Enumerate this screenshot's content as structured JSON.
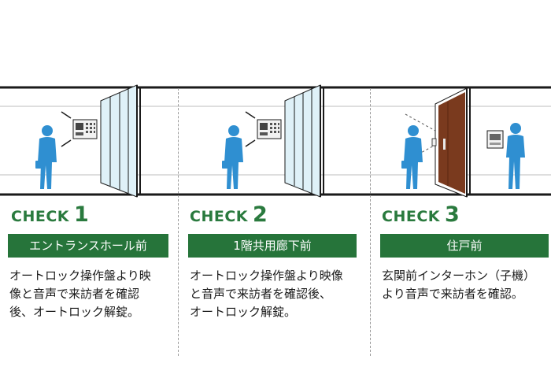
{
  "panels": [
    {
      "check_word": "CHECK",
      "check_number": "1",
      "label": "エントランスホール前",
      "description": "オートロック操作盤より映\n像と音声で来訪者を確認\n後、オートロック解錠。"
    },
    {
      "check_word": "CHECK",
      "check_number": "2",
      "label": "1階共用廊下前",
      "description": "オートロック操作盤より映像\nと音声で来訪者を確認後、\nオートロック解錠。"
    },
    {
      "check_word": "CHECK",
      "check_number": "3",
      "label": "住戸前",
      "description": "玄関前インターホン（子機）\nより音声で来訪者を確認。"
    }
  ],
  "colors": {
    "accent_green": "#26743a",
    "person_blue": "#2f8fd1",
    "glass_blue": "#cfe9f3",
    "door_brown": "#7a3a1e",
    "corridor_line": "#1a1a1a"
  },
  "icons": [
    "person-icon",
    "intercom-panel-icon",
    "glass-door-icon",
    "apartment-door-icon",
    "indoor-monitor-icon"
  ]
}
